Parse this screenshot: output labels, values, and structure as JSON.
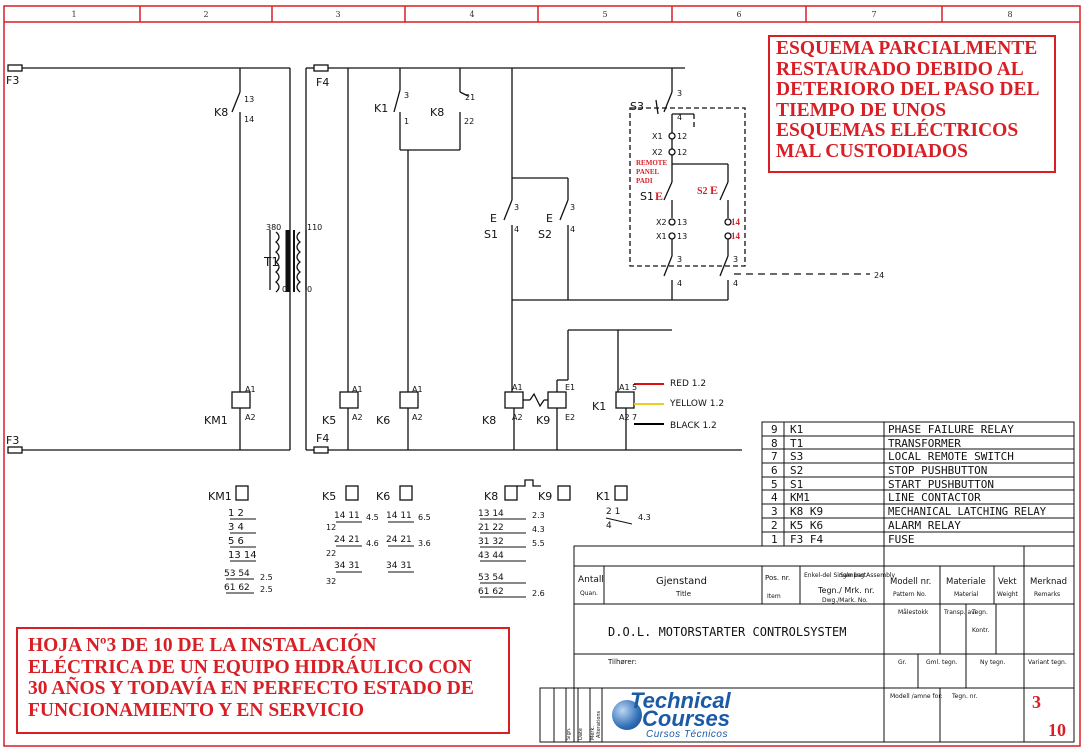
{
  "columns": [
    "1",
    "2",
    "3",
    "4",
    "5",
    "6",
    "7",
    "8"
  ],
  "notes": {
    "top": [
      "ESQUEMA PARCIALMENTE",
      "RESTAURADO DEBIDO AL",
      "DETERIORO DEL PASO DEL",
      "TIEMPO DE UNOS",
      "ESQUEMAS ELÉCTRICOS",
      "MAL CUSTODIADOS"
    ],
    "bottom": [
      "HOJA Nº3 DE 10 DE LA INSTALACIÓN",
      "ELÉCTRICA DE UN EQUIPO HIDRÁULICO CON",
      "30 AÑOS Y TODAVÍA EN PERFECTO ESTADO DE",
      "FUNCIONAMIENTO Y EN SERVICIO"
    ]
  },
  "labels": {
    "f3_top": "F3",
    "f3_bot": "F3",
    "f4_top": "F4",
    "f4_bot": "F4",
    "k8": "K8",
    "k8_13": "13",
    "k8_14": "14",
    "k1": "K1",
    "k1_3": "3",
    "k1_1": "1",
    "k8b": "K8",
    "k8b_21": "21",
    "k8b_22": "22",
    "t1": "T1",
    "t1_380": "380",
    "t1_110": "110",
    "t1_0a": "0",
    "t1_0b": "0",
    "s3": "S3",
    "s3_3": "3",
    "s3_4": "4",
    "x1_12": "X1",
    "x2_12": "X2",
    "n12a": "12",
    "n12b": "12",
    "remote": [
      "REMOTE",
      "PANEL",
      "PADI"
    ],
    "s1r": "S1",
    "s2r": "S2",
    "x2_13": "X2",
    "x1_13": "X1",
    "n13a": "13",
    "n13b": "13",
    "n14a": "14",
    "n14b": "14",
    "s1": "S1",
    "s2": "S2",
    "e": "E",
    "n3": "3",
    "n4": "4",
    "n24": "24",
    "km1": "KM1",
    "k5": "K5",
    "k6": "K6",
    "k8c": "K8",
    "k9": "K9",
    "k1c": "K1",
    "a1": "A1",
    "a2": "A2",
    "e1": "E1",
    "e2": "E2",
    "n5": "5",
    "n7": "7",
    "red": "RED   1.2",
    "yellow": "YELLOW 1.2",
    "black": "BLACK 1.2"
  },
  "contacts": {
    "km1": [
      "1   2",
      "3   4",
      "5   6",
      "13  14",
      "53   54",
      "61   62"
    ],
    "km1_side": [
      "2.5",
      "2.5"
    ],
    "k5": [
      "14  11",
      "24  21",
      "34  31"
    ],
    "k5_side": [
      "4.5",
      "4.6",
      "12",
      "22",
      "32"
    ],
    "k6": [
      "14  11",
      "24  21",
      "34  31"
    ],
    "k6_side": [
      "6.5",
      "3.6"
    ],
    "k8": [
      "13  14",
      "21  22",
      "31  32",
      "43  44",
      "53  54",
      "61  62"
    ],
    "k8_side": [
      "2.3",
      "4.3",
      "5.5",
      "2.6"
    ],
    "k1": [
      "2  1",
      "4"
    ],
    "k1_side": [
      "4.3"
    ]
  },
  "parts_list": {
    "rows": [
      {
        "pos": "9",
        "item": "K1",
        "title": "PHASE FAILURE RELAY"
      },
      {
        "pos": "8",
        "item": "T1",
        "title": "TRANSFORMER"
      },
      {
        "pos": "7",
        "item": "S3",
        "title": "LOCAL REMOTE SWITCH"
      },
      {
        "pos": "6",
        "item": "S2",
        "title": "STOP PUSHBUTTON"
      },
      {
        "pos": "5",
        "item": "S1",
        "title": "START PUSHBUTTON"
      },
      {
        "pos": "4",
        "item": "KM1",
        "title": "LINE CONTACTOR"
      },
      {
        "pos": "3",
        "item": "K8 K9",
        "title": "MECHANICAL LATCHING RELAY"
      },
      {
        "pos": "2",
        "item": "K5 K6",
        "title": "ALARM RELAY"
      },
      {
        "pos": "1",
        "item": "F3 F4",
        "title": "FUSE"
      }
    ]
  },
  "title_block": {
    "antall": "Antall",
    "quan": "Quan.",
    "gjenstand": "Gjenstand",
    "title": "Title",
    "pos": "Pos. nr.",
    "item": "Item",
    "enkel": "Enkel-del Single part",
    "samling": "Samling Assembly",
    "tegn": "Tegn./ Mrk. nr.",
    "dwg": "Dwg./Mark. No.",
    "modell": "Modell nr.",
    "pattern": "Pattern No.",
    "materiale": "Materiale",
    "material": "Material",
    "vekt": "Vekt",
    "weight": "Weight",
    "merknad": "Merknad",
    "remarks": "Remarks",
    "drawing_title": "D.O.L. MOTORSTARTER CONTROLSYSTEM",
    "malestokk": "Målestokk",
    "transp": "Transp. av:",
    "tegn2": "Tegn.",
    "kontr": "Kontr.",
    "tilhorer": "Tilhører:",
    "gr": "Gr.",
    "gml": "Gml. tegn.",
    "ny": "Ny tegn.",
    "variant": "Variant tegn.",
    "modell_lamme": "Modell /amne for:",
    "tegn_nr": "Tegn. nr.",
    "sign": "Sign.",
    "date": "Date",
    "merk": "Merk.",
    "alter": "Alterations"
  },
  "logo": {
    "line1": "Technical",
    "line2": "Courses",
    "line3": "Cursos Técnicos"
  },
  "sheet": {
    "number": "3",
    "total": "10"
  },
  "colors": {
    "red": "#d81f26",
    "ink": "#111111",
    "wire_red": "#e01010",
    "wire_yellow": "#e8d020",
    "wire_black": "#000000",
    "logo_blue": "#1b5aa6"
  }
}
